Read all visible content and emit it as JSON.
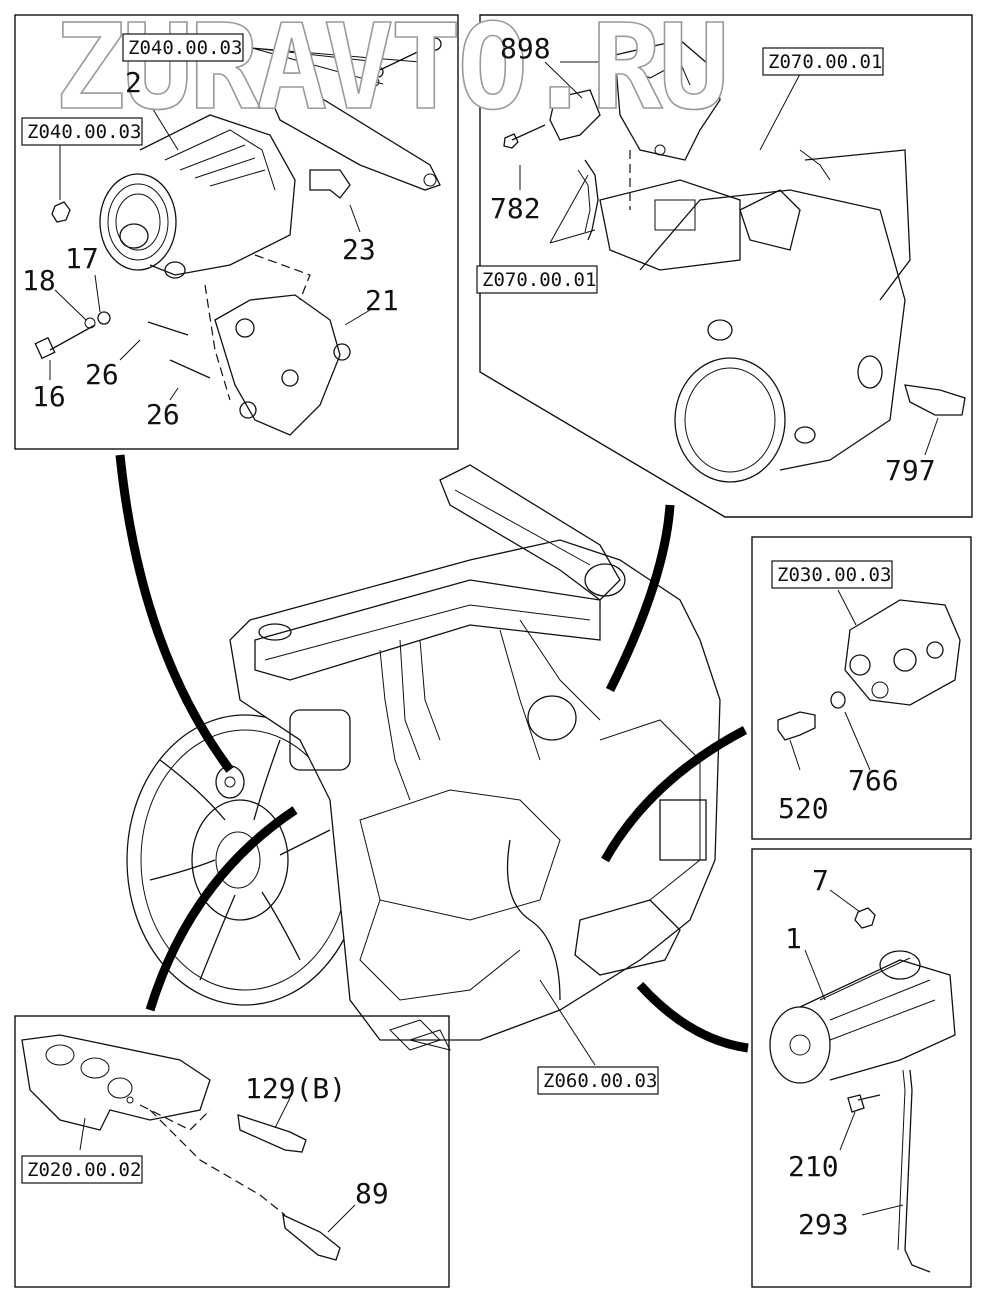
{
  "watermark": "ZURAVTO.RU",
  "references": {
    "alt_bolt": "Z040.00.03",
    "alt_nut": "Z040.00.03",
    "turbo_top": "Z070.00.01",
    "turbo_hose": "Z070.00.01",
    "valve": "Z030.00.03",
    "harness": "Z060.00.03",
    "manifold": "Z020.00.02"
  },
  "part_numbers": {
    "p2": "2",
    "p17": "17",
    "p18": "18",
    "p16": "16",
    "p23": "23",
    "p21": "21",
    "p26a": "26",
    "p26b": "26",
    "p898": "898",
    "p782": "782",
    "p797": "797",
    "p520": "520",
    "p766": "766",
    "p7": "7",
    "p1": "1",
    "p210": "210",
    "p293": "293",
    "p129": "129(B)",
    "p89": "89"
  }
}
